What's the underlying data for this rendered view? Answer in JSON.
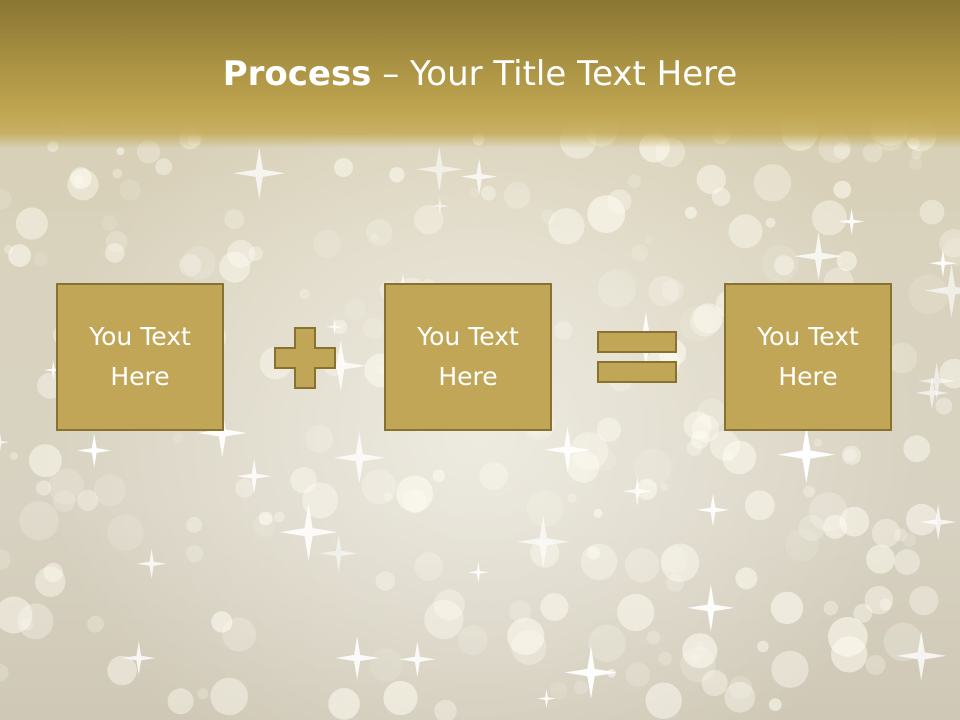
{
  "slide": {
    "title_bold": "Process",
    "title_rest": " – Your Title Text Here",
    "boxes": [
      {
        "text": "You Text Here"
      },
      {
        "text": "You Text Here"
      },
      {
        "text": "You Text Here"
      }
    ],
    "operators": [
      "plus-icon",
      "equals-icon"
    ],
    "colors": {
      "header": "#a48d40",
      "box_fill": "#c1a658",
      "box_border": "#87722f",
      "text": "#ffffff",
      "background": "#d9d2bd"
    }
  }
}
